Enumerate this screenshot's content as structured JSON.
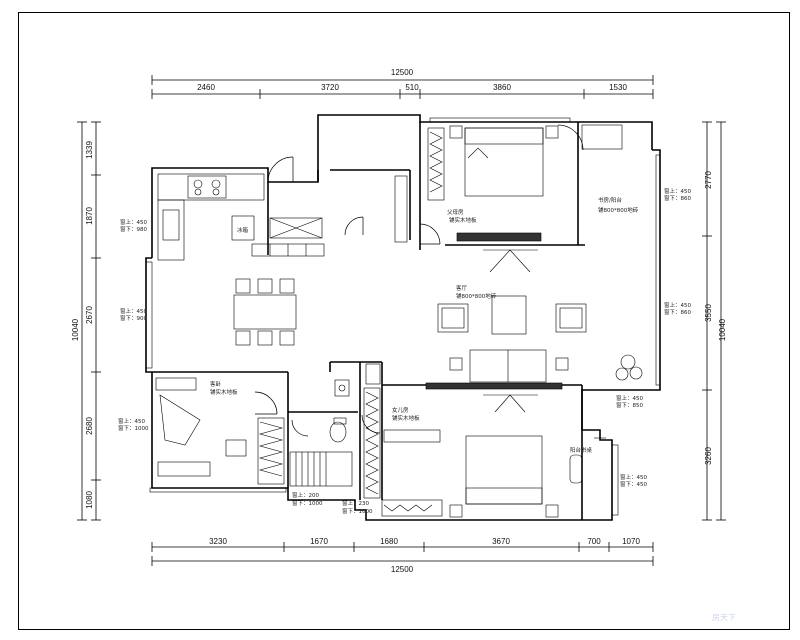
{
  "dimensions": {
    "top_total": "12500",
    "top_segments": [
      "2460",
      "3720",
      "510",
      "3860",
      "1530"
    ],
    "bottom_total": "12500",
    "bottom_segments": [
      "3230",
      "1670",
      "1680",
      "3670",
      "700",
      "1070"
    ],
    "left_total": "10040",
    "left_segments": [
      "1339",
      "1870",
      "2670",
      "2680",
      "1080"
    ],
    "right_total": "10040",
    "right_segments": [
      "2770",
      "3550",
      "3260"
    ]
  },
  "rooms": {
    "master_bedroom": "父母房",
    "master_floor": "铺实木地板",
    "study": "书房/阳台",
    "study_floor": "铺800*800地砖",
    "living_room": "客厅",
    "living_floor": "铺800*800地砖",
    "guest_room": "客卧",
    "guest_floor": "铺实木地板",
    "daughter_room": "女儿房",
    "daughter_floor": "铺实木地板",
    "balcony_desk": "阳台书桌",
    "fridge": "冰箱"
  },
  "notes": {
    "kitchen_win_a": "窗上：450",
    "kitchen_win_b": "窗下：980",
    "dining_win_a": "窗上：450",
    "dining_win_b": "窗下：900",
    "guest_win_a": "窗上：450",
    "guest_win_b": "窗下：1000",
    "bath_win_a": "窗上：200",
    "bath_win_b": "窗下：1000",
    "bath_win_c": "窗上：230",
    "bath_win_d": "窗下：1000",
    "study_win_a": "窗上：450",
    "study_win_b": "窗下：860",
    "living_win_a": "窗上：450",
    "living_win_b": "窗下：860",
    "corner_win_a": "窗上：450",
    "corner_win_b": "窗下：850",
    "desk_win_a": "窗上：450",
    "desk_win_b": "窗下：450"
  },
  "watermark": "房天下"
}
